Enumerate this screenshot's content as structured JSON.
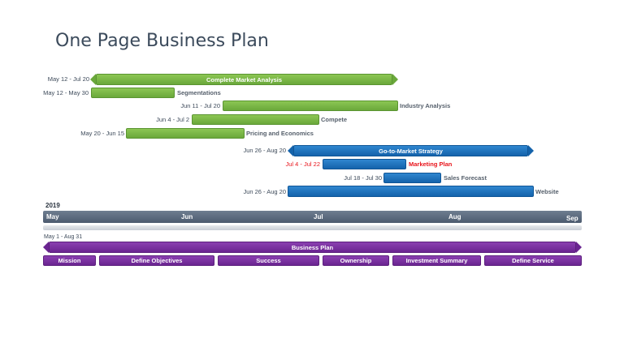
{
  "title": "One Page Business Plan",
  "tasks": [
    {
      "name": "Complete Market Analysis",
      "dates": "May 12 - Jul 20",
      "color": "#6aa83b",
      "label_inside": true
    },
    {
      "name": "Segmentations",
      "dates": "May 12 - May 30",
      "color": "#6aa83b"
    },
    {
      "name": "Industry Analysis",
      "dates": "Jun 11 - Jul 20",
      "color": "#6aa83b"
    },
    {
      "name": "Compete",
      "dates": "Jun 4 - Jul 2",
      "color": "#6aa83b"
    },
    {
      "name": "Pricing and Economics",
      "dates": "May 20 - Jun 15",
      "color": "#6aa83b"
    },
    {
      "name": "Go-to-Market Strategy",
      "dates": "Jun 26 - Aug 20",
      "color": "#1463ab",
      "label_inside": true
    },
    {
      "name": "Marketing Plan",
      "dates": "Jul 4 - Jul 22",
      "color": "#1463ab",
      "highlight": "#e8141b"
    },
    {
      "name": "Sales Forecast",
      "dates": "Jul 18 - Jul 30",
      "color": "#1463ab"
    },
    {
      "name": "Website",
      "dates": "Jun 26 - Aug 20",
      "color": "#1463ab"
    }
  ],
  "timescale": {
    "year": "2019",
    "months": [
      "May",
      "Jun",
      "Jul",
      "Aug",
      "Sep"
    ]
  },
  "plan": {
    "name": "Business Plan",
    "dates": "May 1 - Aug 31",
    "color": "#6b2591",
    "phases": [
      "Mission",
      "Define Objectives",
      "Success",
      "Ownership",
      "Investment Summary",
      "Define Service"
    ]
  }
}
